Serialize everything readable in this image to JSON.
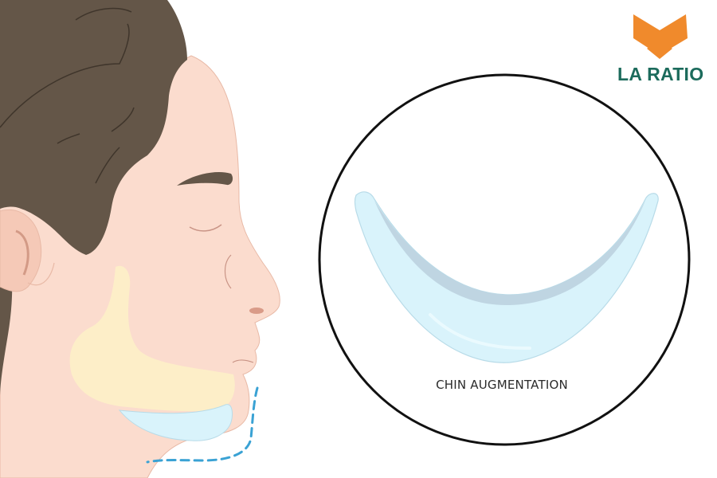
{
  "brand": {
    "name": "LA RATIO",
    "logo_icon": "orange-bow-tie-diamond-logo",
    "colors": {
      "logo_orange": "#f08a2c",
      "logo_text": "#1c6b5c"
    }
  },
  "illustration": {
    "subject": "side-profile-face-with-chin-implant",
    "colors": {
      "skin": "#fbdcce",
      "skin_outline": "#e8b9a6",
      "hair": "#645648",
      "jaw_highlight": "#fdf0c8",
      "implant": "#d9f3fb",
      "implant_shadow": "#bfd5e2",
      "dashed_outline": "#3aa2d4"
    }
  },
  "detail_view": {
    "caption": "CHIN AUGMENTATION",
    "shape": "crescent-chin-implant",
    "circle_border": "#111111"
  }
}
